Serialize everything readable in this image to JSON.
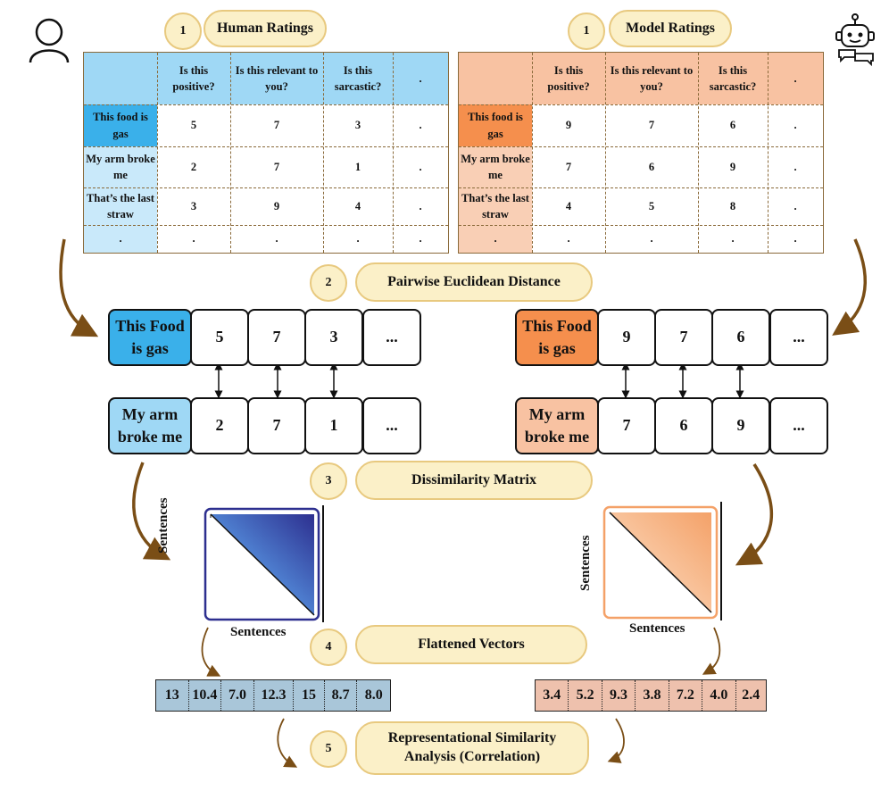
{
  "step1": "1",
  "step2": "2",
  "step3": "3",
  "step4": "4",
  "step5": "5",
  "human_title": "Human Ratings",
  "model_title": "Model Ratings",
  "headers": [
    "Is this positive?",
    "Is this relevant to you?",
    "Is this sarcastic?",
    "."
  ],
  "human_rows": [
    {
      "label": "This food is gas",
      "values": [
        "5",
        "7",
        "3",
        "."
      ]
    },
    {
      "label": "My arm broke me",
      "values": [
        "2",
        "7",
        "1",
        "."
      ]
    },
    {
      "label": "That’s the last straw",
      "values": [
        "3",
        "9",
        "4",
        "."
      ]
    },
    {
      "label": ".",
      "values": [
        ".",
        ".",
        ".",
        "."
      ]
    }
  ],
  "model_rows": [
    {
      "label": "This food is gas",
      "values": [
        "9",
        "7",
        "6",
        "."
      ]
    },
    {
      "label": "My arm broke me",
      "values": [
        "7",
        "6",
        "9",
        "."
      ]
    },
    {
      "label": "That’s the last straw",
      "values": [
        "4",
        "5",
        "8",
        "."
      ]
    },
    {
      "label": ".",
      "values": [
        ".",
        ".",
        ".",
        "."
      ]
    }
  ],
  "pairwise_label": "Pairwise Euclidean Distance",
  "left_pair": {
    "top_label": "This Food is gas",
    "top_values": [
      "5",
      "7",
      "3",
      "..."
    ],
    "bottom_label": "My arm broke me",
    "bottom_values": [
      "2",
      "7",
      "1",
      "..."
    ]
  },
  "right_pair": {
    "top_label": "This Food is gas",
    "top_values": [
      "9",
      "7",
      "6",
      "..."
    ],
    "bottom_label": "My arm broke me",
    "bottom_values": [
      "7",
      "6",
      "9",
      "..."
    ]
  },
  "dissimilarity_label": "Dissimilarity Matrix",
  "axis_label": "Sentences",
  "flattened_label": "Flattened Vectors",
  "human_vector": [
    "13",
    "10.4",
    "7.0",
    "12.3",
    "15",
    "8.7",
    "8.0"
  ],
  "model_vector": [
    "3.4",
    "5.2",
    "9.3",
    "3.8",
    "7.2",
    "4.0",
    "2.4"
  ],
  "rsa_label": "Representational Similarity Analysis (Correlation)",
  "colors": {
    "human_light": "#9fd8f5",
    "human_strong": "#3ab0ea",
    "model_light": "#f8c2a2",
    "model_strong": "#f58f4d",
    "human_vec": "#a9c6d9",
    "model_vec": "#eec1ad",
    "pill_fill": "#fbf0c8",
    "arrow": "#7a4e16"
  },
  "icons": {
    "human": "user-icon",
    "model": "robot-icon"
  }
}
